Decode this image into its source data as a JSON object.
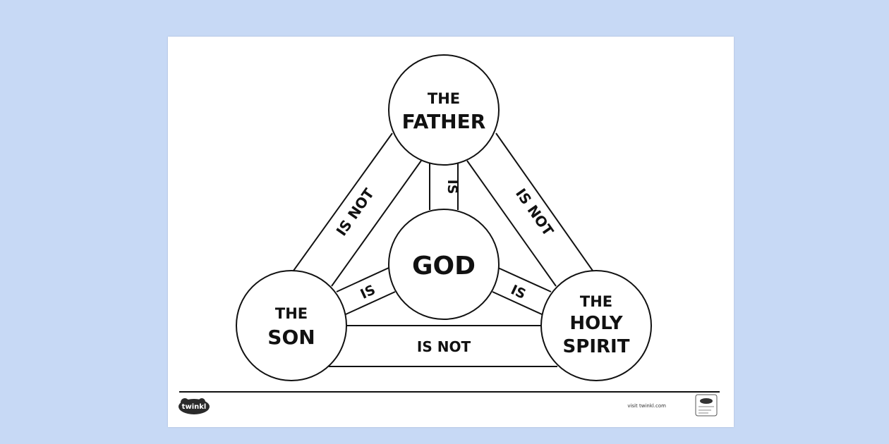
{
  "diagram": {
    "center": "GOD",
    "nodes": {
      "top": [
        "THE",
        "FATHER"
      ],
      "left": [
        "THE",
        "SON"
      ],
      "right": [
        "THE",
        "HOLY",
        "SPIRIT"
      ]
    },
    "connectors": {
      "is": "IS",
      "is_not": "IS NOT"
    }
  },
  "footer": {
    "brand": "twinkl",
    "url": "visit twinkl.com"
  },
  "colors": {
    "page_background": "#c7d9f5",
    "sheet": "#ffffff",
    "ink": "#111111"
  }
}
